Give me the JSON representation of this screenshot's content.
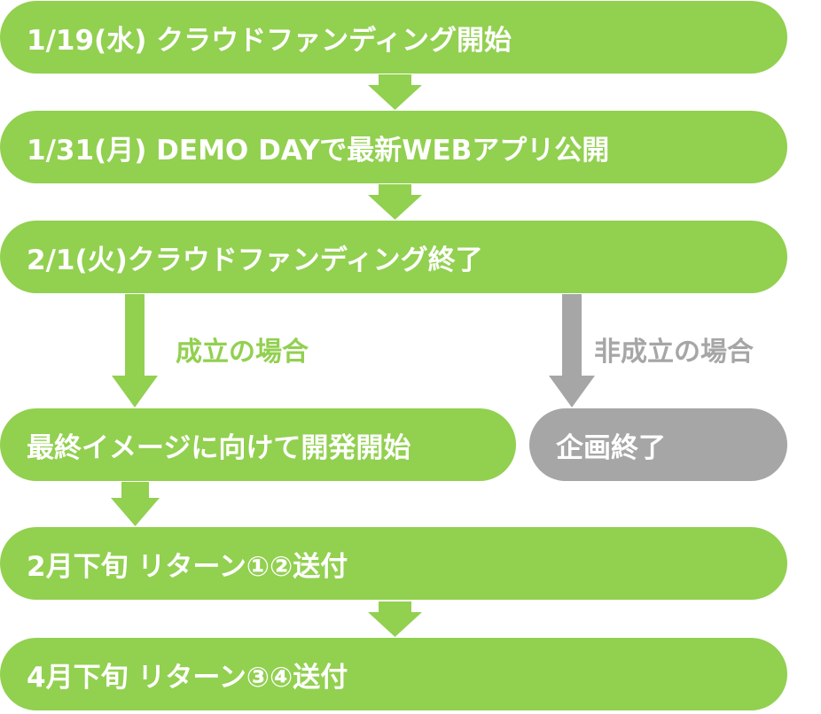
{
  "colors": {
    "green": "#92d050",
    "gray": "#a6a6a6",
    "text_on_shape": "#ffffff"
  },
  "steps": {
    "crowdfunding_start": "1/19(水) クラウドファンディング開始",
    "demo_day": "1/31(月) DEMO DAYで最新WEBアプリ公開",
    "crowdfunding_end": "2/1(火)クラウドファンディング終了",
    "final_image_dev": "最終イメージに向けて開発開始",
    "project_end": "企画終了",
    "returns_1_2": "2月下旬 リターン①②送付",
    "returns_3_4": "4月下旬 リターン③④送付"
  },
  "branches": {
    "success": "成立の場合",
    "failure": "非成立の場合"
  }
}
